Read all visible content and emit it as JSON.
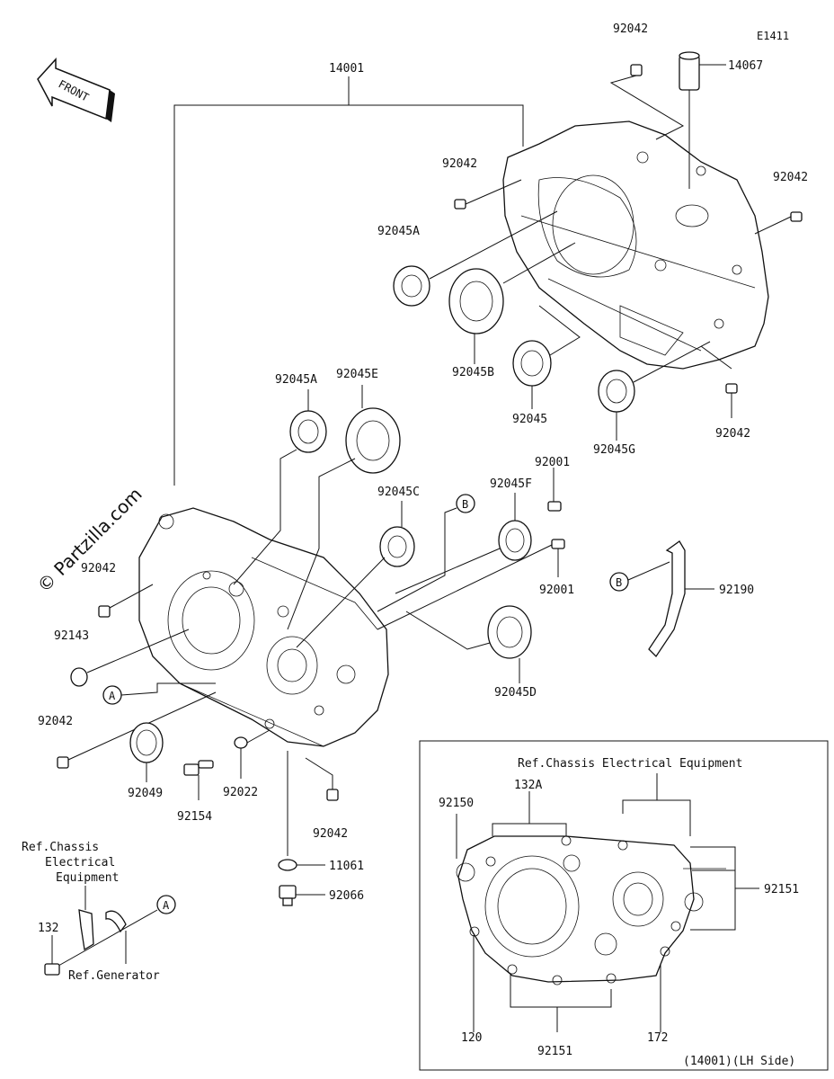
{
  "diagram_code": "E1411",
  "front_label": "FRONT",
  "watermark": "© Partzilla.com",
  "callouts": {
    "c14001_top": "14001",
    "c92042_a": "92042",
    "c14067": "14067",
    "c92042_b": "92042",
    "c92042_c": "92042",
    "c92045A_a": "92045A",
    "c92045B": "92045B",
    "c92045": "92045",
    "c92045G": "92045G",
    "c92042_d": "92042",
    "c92045A_b": "92045A",
    "c92045E": "92045E",
    "c92001_a": "92001",
    "c92045C": "92045C",
    "c92045F": "92045F",
    "c92001_b": "92001",
    "c92190": "92190",
    "c92042_e": "92042",
    "c92143": "92143",
    "c92045D": "92045D",
    "c92042_f": "92042",
    "c92049": "92049",
    "c92154": "92154",
    "c92022": "92022",
    "c92042_g": "92042",
    "c11061": "11061",
    "c92066": "92066",
    "c132": "132",
    "c92150": "92150",
    "c132A": "132A",
    "c92151_a": "92151",
    "c120": "120",
    "c92151_b": "92151",
    "c172": "172"
  },
  "refs": {
    "ref_elec_inset": "Ref.Chassis Electrical Equipment",
    "ref_chassis_l1": "Ref.Chassis",
    "ref_chassis_l2": "Electrical",
    "ref_chassis_l3": "Equipment",
    "ref_generator": "Ref.Generator",
    "lh_side": "(14001)(LH Side)"
  },
  "markers": {
    "A": "A",
    "B": "B"
  }
}
